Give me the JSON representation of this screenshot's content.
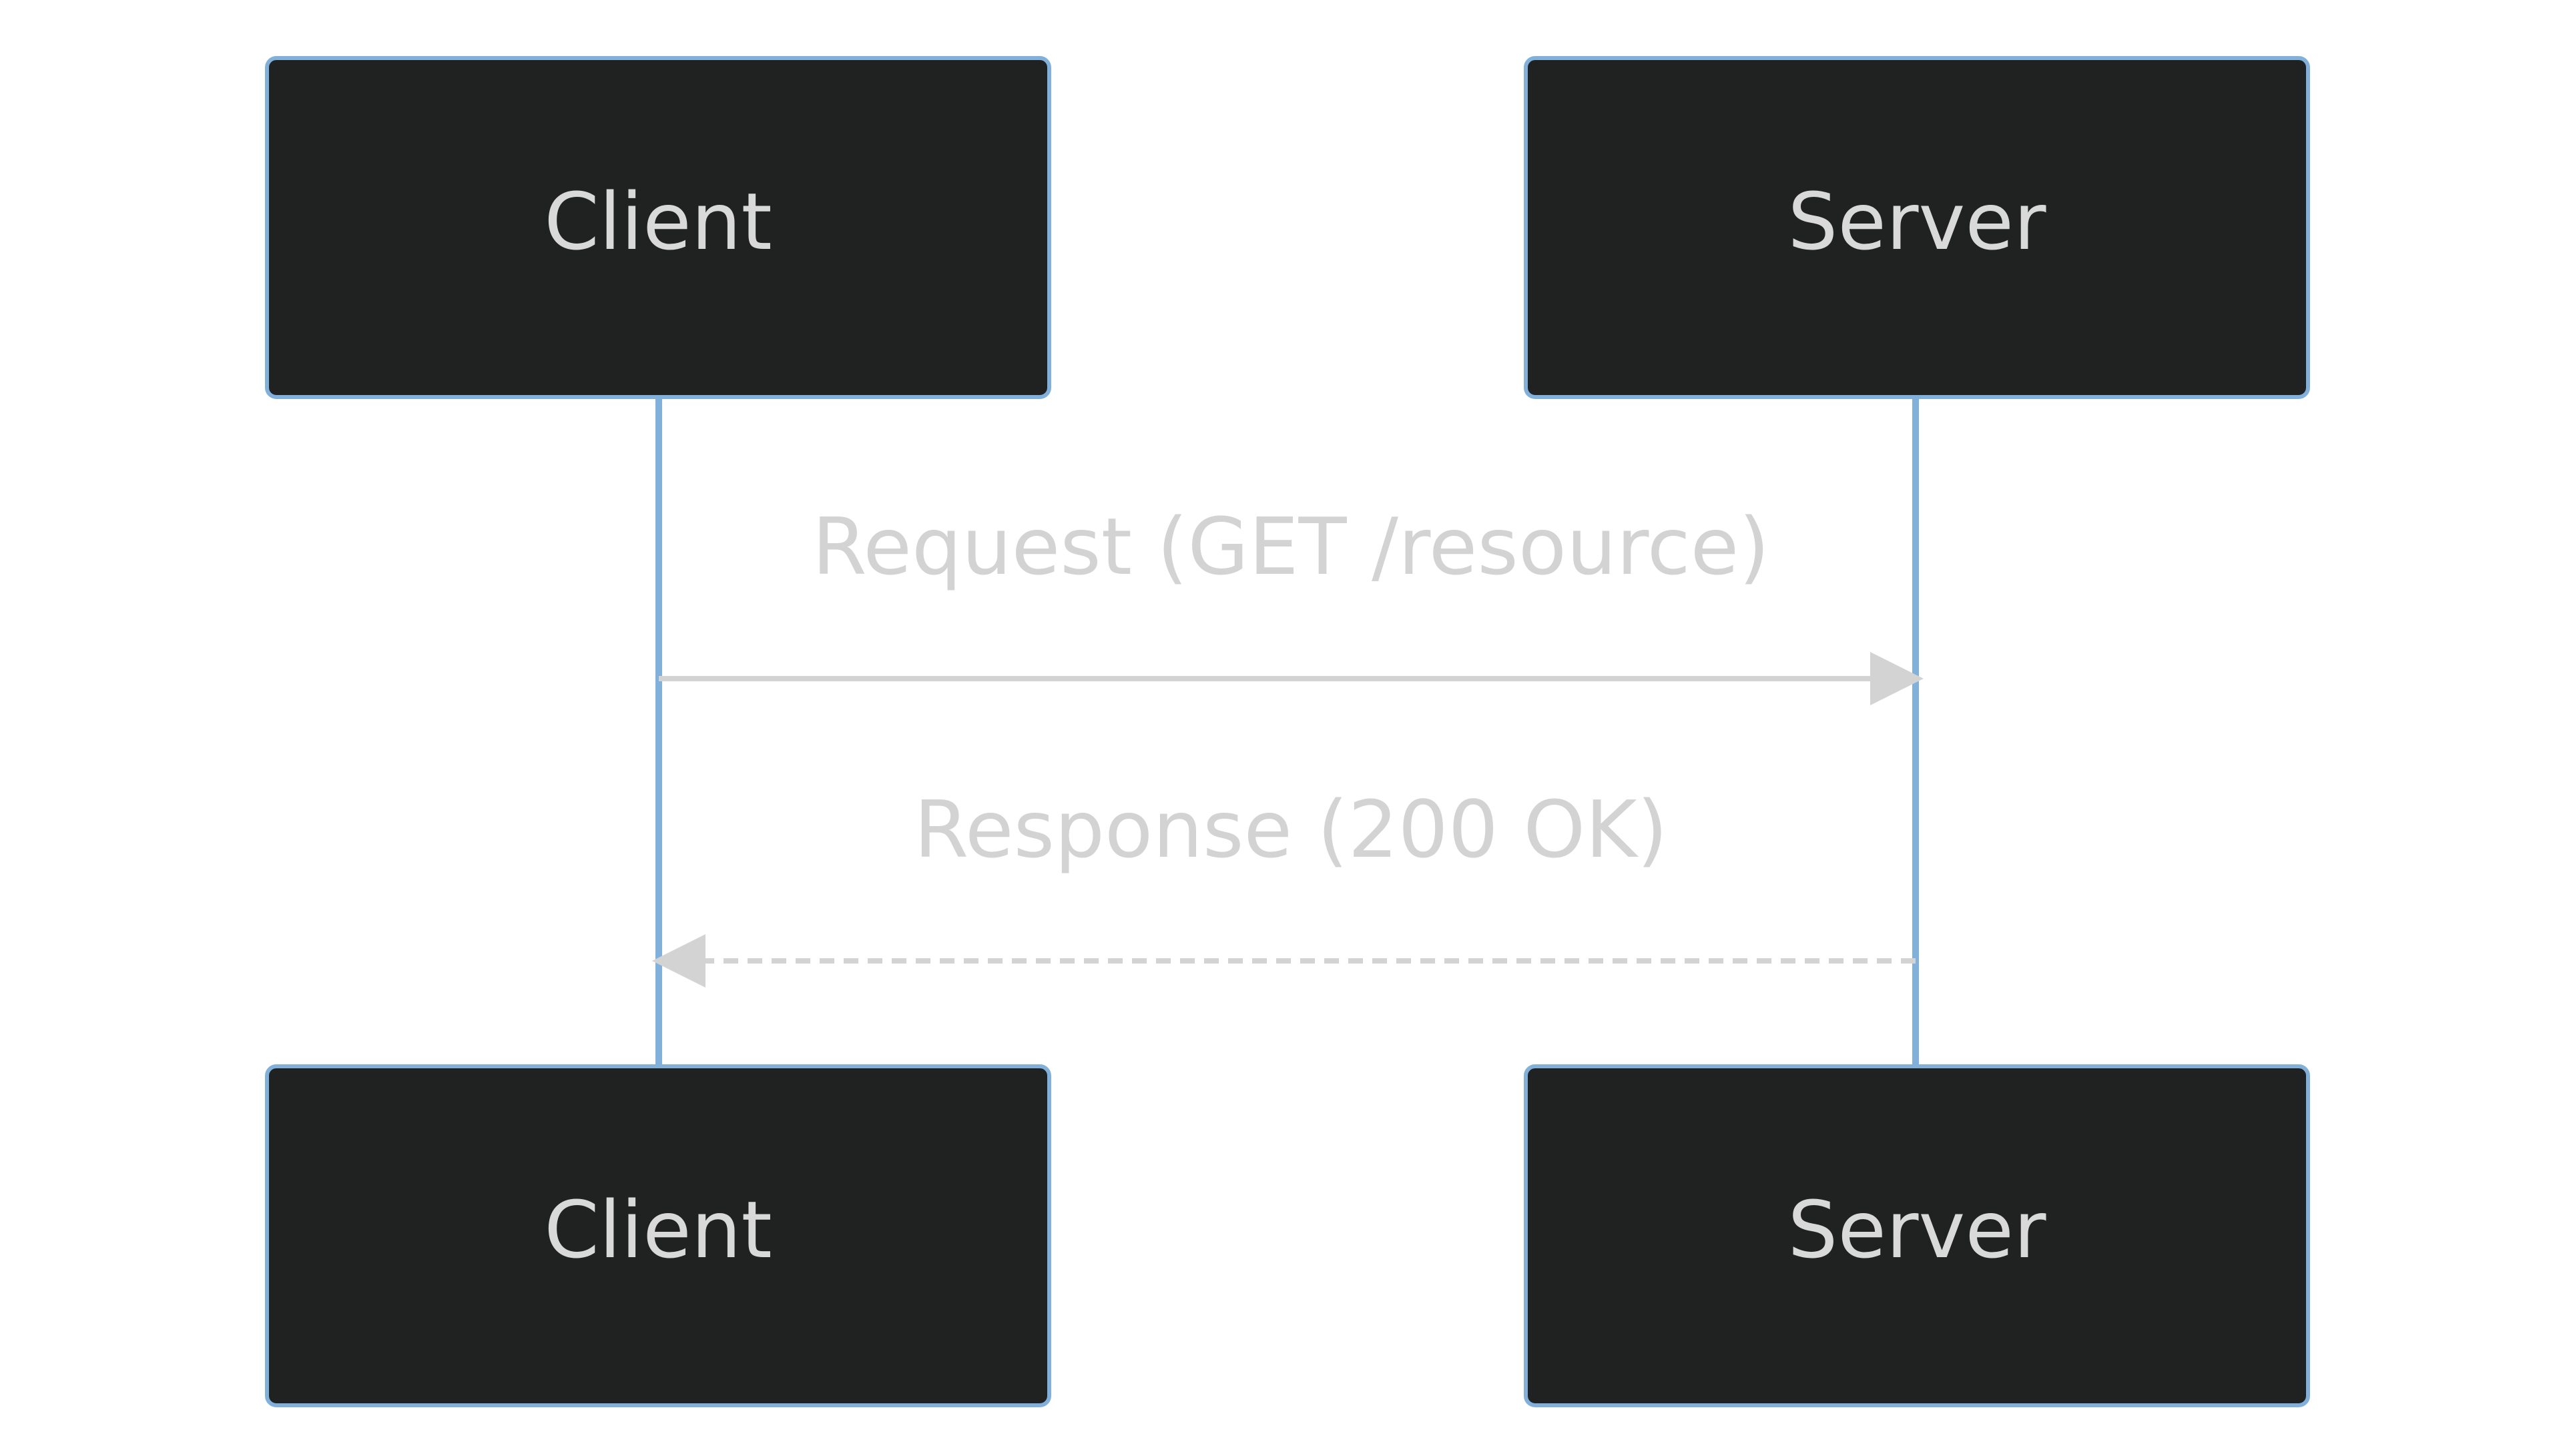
{
  "participants": [
    {
      "id": "client",
      "label": "Client"
    },
    {
      "id": "server",
      "label": "Server"
    }
  ],
  "messages": [
    {
      "from": "client",
      "to": "server",
      "text": "Request (GET /resource)",
      "style": "solid"
    },
    {
      "from": "server",
      "to": "client",
      "text": "Response (200 OK)",
      "style": "dashed"
    }
  ],
  "colors": {
    "background": "#ffffff",
    "actor_fill": "#202222",
    "actor_border": "#81b1db",
    "lifeline": "#81b1db",
    "actor_text": "#d9d9d9",
    "message_line": "#d3d3d3",
    "message_text": "#d3d3d3"
  }
}
